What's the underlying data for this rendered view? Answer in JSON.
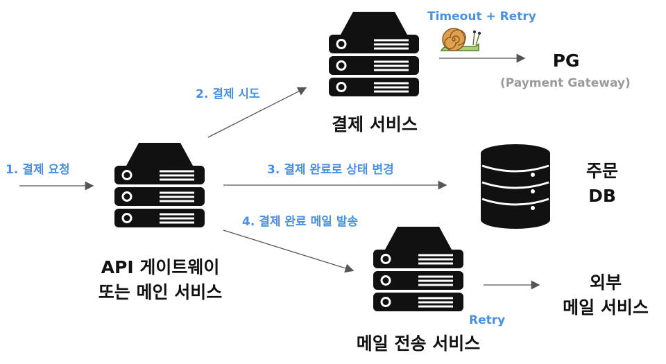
{
  "steps": {
    "step1": "1. 결제 요청",
    "step2": "2. 결제 시도",
    "step3": "3. 결제 완료로 상태 변경",
    "step4": "4. 결제 완료 메일 발송"
  },
  "nodes": {
    "gateway_line1": "API 게이트웨이",
    "gateway_line2": "또는 메인 서비스",
    "payment": "결제 서비스",
    "mail": "메일 전송 서비스",
    "pg": "PG",
    "pg_sub": "(Payment Gateway)",
    "db_line1": "주문",
    "db_line2": "DB",
    "external_line1": "외부",
    "external_line2": "메일 서비스"
  },
  "annotations": {
    "timeout_retry": "Timeout + Retry",
    "retry": "Retry"
  },
  "icons": {
    "server": "server-icon",
    "database": "database-icon",
    "snail": "snail-icon"
  },
  "colors": {
    "accent": "#4a90e2",
    "dark": "#111111",
    "arrow": "#555555",
    "snail_shell": "#e0a050",
    "snail_body": "#a8d06c"
  }
}
